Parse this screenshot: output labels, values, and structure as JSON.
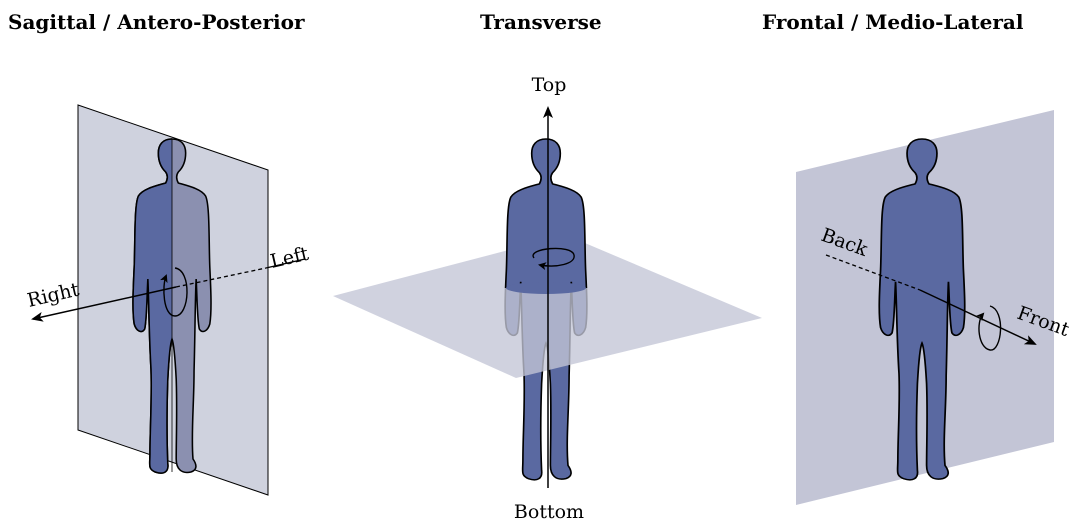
{
  "titles": {
    "sagittal": "Sagittal / Antero-Posterior",
    "transverse": "Transverse",
    "frontal": "Frontal / Medio-Lateral"
  },
  "sagittal": {
    "axis_start": "Right",
    "axis_end": "Left"
  },
  "transverse": {
    "axis_start": "Top",
    "axis_end": "Bottom"
  },
  "frontal": {
    "axis_start": "Back",
    "axis_end": "Front"
  },
  "colors": {
    "body": "#5a69a1",
    "body_faded": "#8b90b0",
    "sagittal_plane": "#cfd2de",
    "transverse_plane": "#c3c5d6",
    "frontal_plane": "#c3c5d6",
    "outline": "#000000"
  },
  "icons": [
    "rotation-arrow-icon",
    "axis-arrow-icon",
    "human-silhouette-icon"
  ]
}
